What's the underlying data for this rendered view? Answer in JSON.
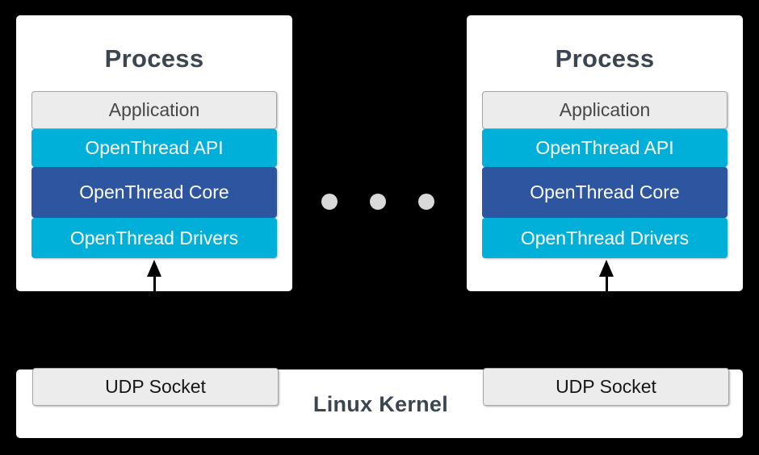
{
  "diagram": {
    "background_color": "#000000",
    "colors": {
      "panel": "#ffffff",
      "cyan_layer": "#00b0d9",
      "blue_layer": "#2e56a0",
      "grey_box_fill": "#ececec",
      "grey_box_border": "#a5a5a5",
      "heading_text": "#3b4651",
      "layer_text_light": "#ffffff",
      "grey_box_text": "#474747",
      "dot": "#d9d9d9",
      "arrow": "#000000"
    },
    "processes": [
      {
        "title": "Process",
        "layers": [
          {
            "label": "Application",
            "style": "grey"
          },
          {
            "label": "OpenThread API",
            "style": "cyan"
          },
          {
            "label": "OpenThread Core",
            "style": "blue"
          },
          {
            "label": "OpenThread Drivers",
            "style": "cyan"
          }
        ]
      },
      {
        "title": "Process",
        "layers": [
          {
            "label": "Application",
            "style": "grey"
          },
          {
            "label": "OpenThread API",
            "style": "cyan"
          },
          {
            "label": "OpenThread Core",
            "style": "blue"
          },
          {
            "label": "OpenThread Drivers",
            "style": "cyan"
          }
        ]
      }
    ],
    "separator": {
      "dot_count": 3
    },
    "kernel": {
      "label": "Linux Kernel",
      "sockets": [
        {
          "label": "UDP Socket"
        },
        {
          "label": "UDP Socket"
        }
      ]
    }
  }
}
